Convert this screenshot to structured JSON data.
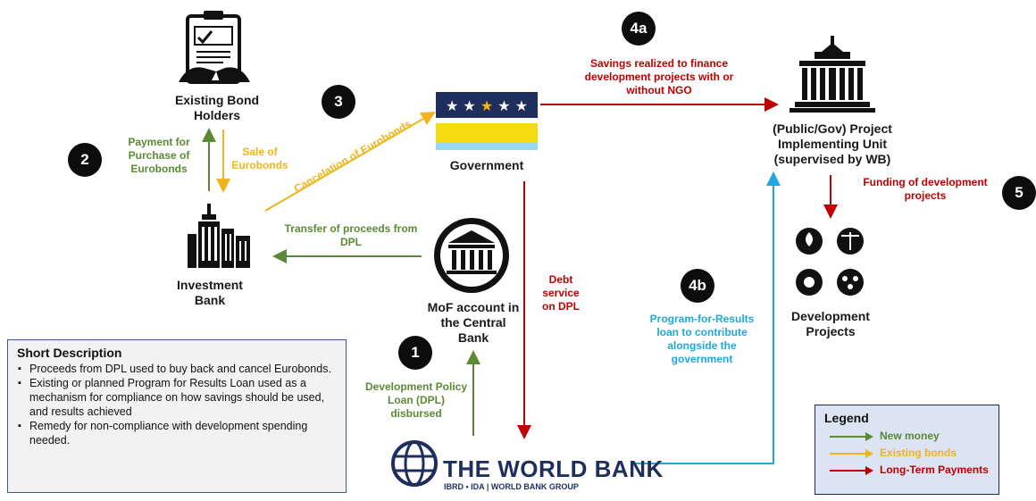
{
  "nodes": {
    "bond_holders": "Existing Bond Holders",
    "government": "Government",
    "piu": "(Public/Gov) Project Implementing Unit (supervised by WB)",
    "investment_bank": "Investment Bank",
    "mof": "MoF account in the Central Bank",
    "dev_projects": "Development Projects",
    "world_bank": "THE WORLD BANK",
    "world_bank_sub": "IBRD • IDA | WORLD BANK GROUP"
  },
  "steps": {
    "s1": "1",
    "s2": "2",
    "s3": "3",
    "s4a": "4a",
    "s4b": "4b",
    "s5": "5"
  },
  "flows": {
    "payment_purchase": "Payment for Purchase of Eurobonds",
    "sale_eurobonds": "Sale of Eurobonds",
    "cancelation": "Cancelation of Eurobonds",
    "savings": "Savings realized to finance development projects with or without NGO",
    "transfer": "Transfer of proceeds from DPL",
    "debt_service": "Debt service on DPL",
    "funding": "Funding of development projects",
    "pfr": "Program-for-Results loan to contribute alongside the government",
    "dpl": "Development Policy Loan (DPL) disbursed"
  },
  "description": {
    "title": "Short Description",
    "items": [
      "Proceeds from DPL used to buy back and cancel Eurobonds.",
      "Existing or planned Program for Results Loan used as a mechanism for compliance on how savings should be used, and results achieved",
      "Remedy for non-compliance with development spending needed."
    ]
  },
  "legend": {
    "title": "Legend",
    "items": [
      {
        "label": "New money",
        "color": "#5a8a35"
      },
      {
        "label": "Existing bonds",
        "color": "#f0b41c"
      },
      {
        "label": "Long-Term Payments",
        "color": "#c00000"
      }
    ]
  },
  "colors": {
    "green": "#5a8a35",
    "yellow": "#f0b41c",
    "red": "#c00000",
    "blue": "#1ea8df",
    "navy": "#1e2f5d"
  },
  "icons": [
    "bond-document-icon",
    "flag-icon",
    "government-building-icon",
    "skyscraper-icon",
    "bank-icon",
    "development-icons",
    "globe-icon"
  ]
}
